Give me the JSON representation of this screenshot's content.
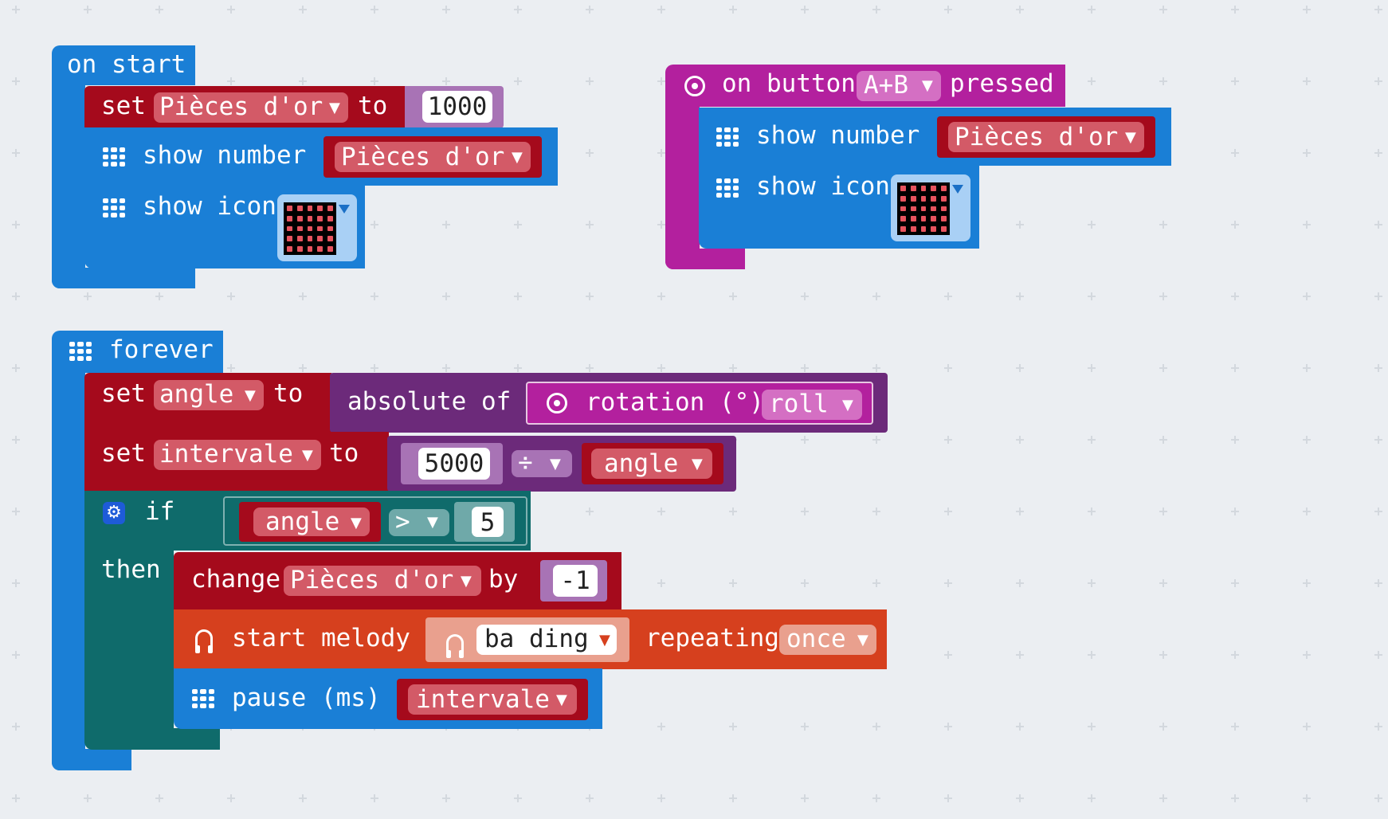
{
  "colors": {
    "basic": "#1a7fd6",
    "variables": "#a50a1c",
    "variables_field": "#d35a67",
    "math": "#6c2a7a",
    "math_field": "#a873b5",
    "input": "#b3209e",
    "input_field": "#d46fc3",
    "logic": "#0f6b6b",
    "logic_field": "#6fa9a9",
    "music": "#d6401e",
    "music_field": "#e9a08e",
    "workspace": "#ebeef2"
  },
  "on_start": {
    "label": "on start",
    "set_kw": "set",
    "set_var": "Pièces d'or",
    "set_to": "to",
    "set_value": "1000",
    "show_number": "show number",
    "show_number_var": "Pièces d'or",
    "show_icon": "show icon"
  },
  "on_button": {
    "label_on": "on button",
    "button": "A+B",
    "label_pressed": "pressed",
    "show_number": "show number",
    "show_number_var": "Pièces d'or",
    "show_icon": "show icon"
  },
  "forever": {
    "label": "forever",
    "set1_kw": "set",
    "set1_var": "angle",
    "set1_to": "to",
    "abs_label": "absolute of",
    "rotation_label": "rotation (°)",
    "rotation_axis": "roll",
    "set2_kw": "set",
    "set2_var": "intervale",
    "set2_to": "to",
    "div_left": "5000",
    "div_op": "÷",
    "div_right": "angle",
    "if_label": "if",
    "cmp_left": "angle",
    "cmp_op": ">",
    "cmp_right": "5",
    "then_label": "then",
    "change_kw": "change",
    "change_var": "Pièces d'or",
    "change_by": "by",
    "change_value": "-1",
    "melody_label": "start melody",
    "melody_name": "ba ding",
    "repeat_label": "repeating",
    "repeat_value": "once",
    "pause_label": "pause (ms)",
    "pause_var": "intervale"
  }
}
